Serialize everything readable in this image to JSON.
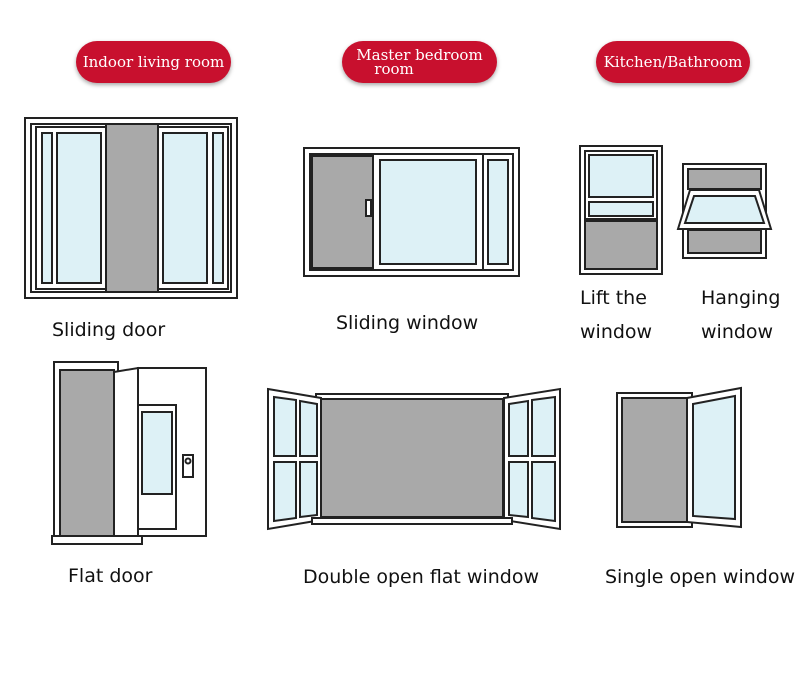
{
  "categories": {
    "indoor": "Indoor living room",
    "master_line1": "Master bedroom",
    "master_line2": "room",
    "kitchen": "Kitchen/Bathroom"
  },
  "captions": {
    "sliding_door": "Sliding door",
    "sliding_window": "Sliding window",
    "lift_line1": "Lift the",
    "lift_line2": "window",
    "hanging_line1": "Hanging",
    "hanging_line2": "window",
    "flat_door": "Flat door",
    "double_open": "Double open flat window",
    "single_open": "Single open window"
  },
  "colors": {
    "badge": "#c8102e",
    "glass": "#ddf1f6",
    "panel_gray": "#a9a9a9"
  }
}
